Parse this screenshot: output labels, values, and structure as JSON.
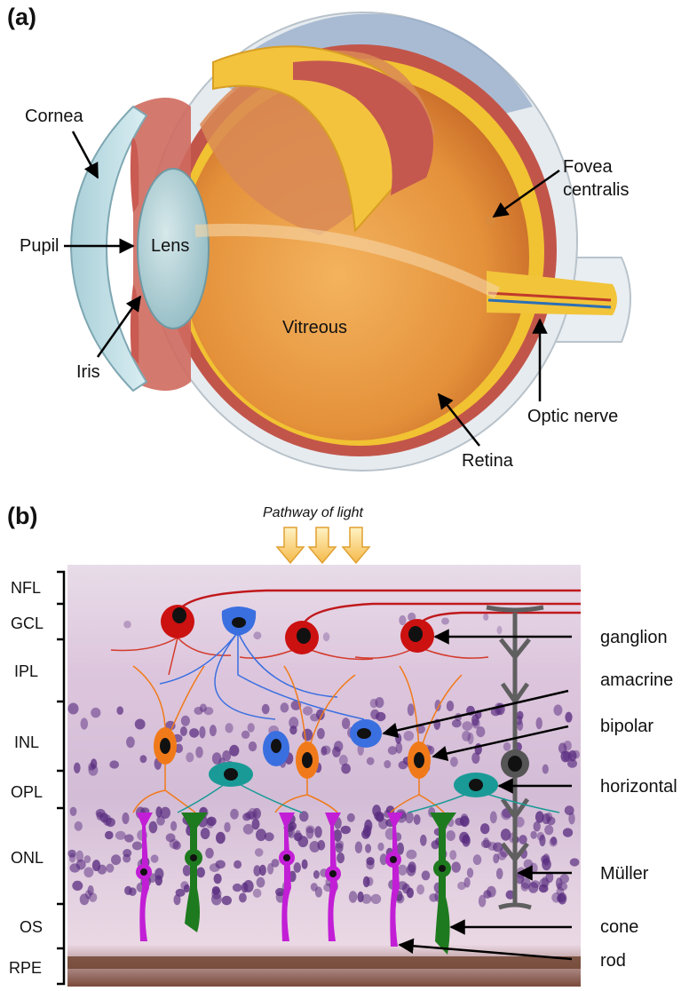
{
  "panels": {
    "a": "(a)",
    "b": "(b)"
  },
  "eye_labels": {
    "cornea": "Cornea",
    "pupil": "Pupil",
    "lens": "Lens",
    "iris": "Iris",
    "vitreous": "Vitreous",
    "fovea_line1": "Fovea",
    "fovea_line2": "centralis",
    "optic_nerve": "Optic nerve",
    "retina": "Retina"
  },
  "light_label": "Pathway of light",
  "layers": [
    "NFL",
    "GCL",
    "IPL",
    "INL",
    "OPL",
    "ONL",
    "OS",
    "RPE"
  ],
  "cell_labels": [
    "ganglion",
    "amacrine",
    "bipolar",
    "horizontal",
    "Müller",
    "cone",
    "rod"
  ],
  "colors": {
    "ganglion": "#cc1111",
    "amacrine": "#3a6fe0",
    "bipolar": "#f07a1a",
    "horizontal": "#1a9a96",
    "muller": "#666666",
    "cone": "#1e7a1e",
    "rod": "#c21ed6",
    "tissue": "#e4d4e6",
    "nuclei": "#5a2d80"
  }
}
